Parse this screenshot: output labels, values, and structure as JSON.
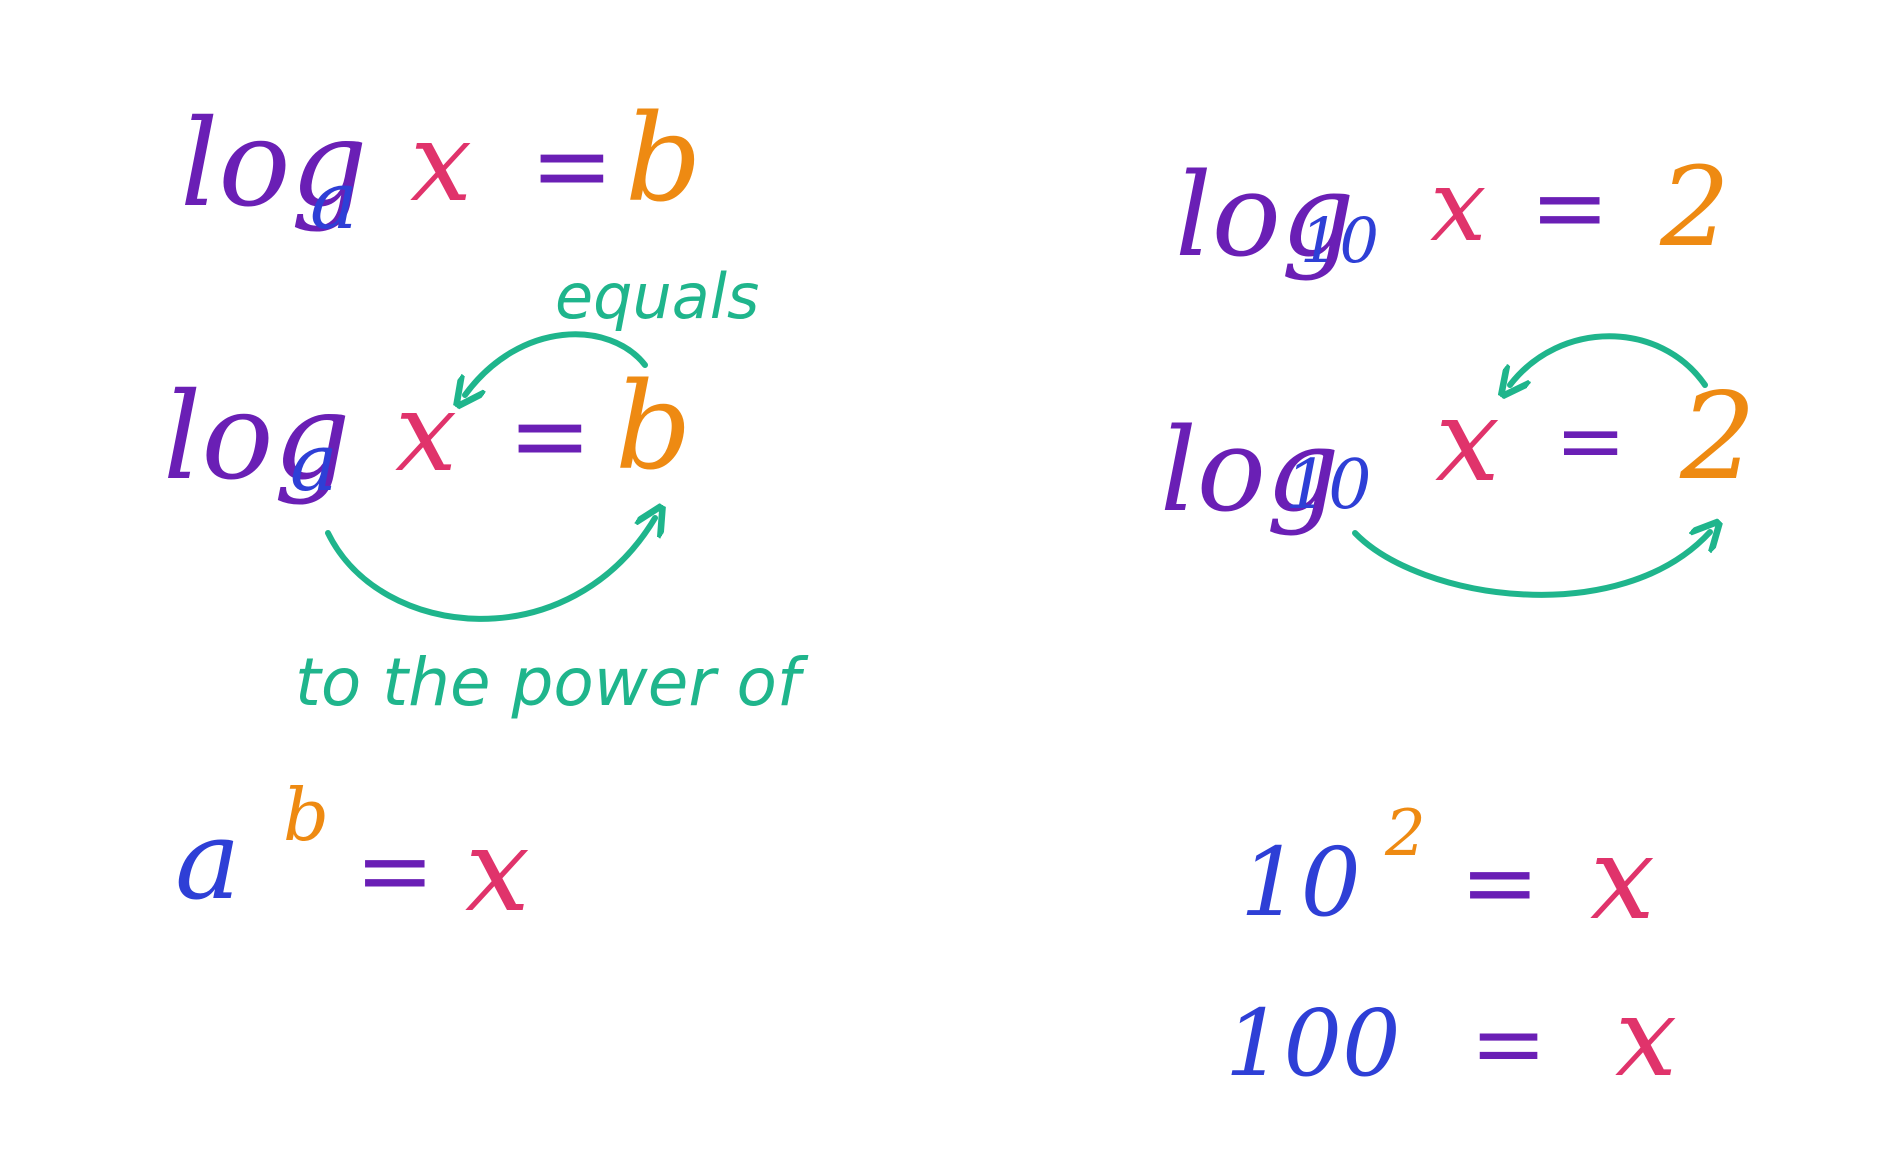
{
  "colors": {
    "log": "#6a1fb5",
    "base": "#2e3fd6",
    "x": "#e0336b",
    "value": "#ee8a12",
    "equals": "#6a1fb5",
    "annotation": "#1fb58c"
  },
  "left": {
    "eq1": {
      "log": "log",
      "base": "a",
      "x": "x",
      "eq": "=",
      "value": "b"
    },
    "eq2": {
      "log": "log",
      "base": "a",
      "x": "x",
      "eq": "=",
      "value": "b"
    },
    "label_equals": "equals",
    "label_power": "to the power of",
    "eq3": {
      "base": "a",
      "exp": "b",
      "eq": "=",
      "x": "x"
    }
  },
  "right": {
    "eq1": {
      "log": "log",
      "base": "10",
      "x": "x",
      "eq": "=",
      "value": "2"
    },
    "eq2": {
      "log": "log",
      "base": "10",
      "x": "x",
      "eq": "=",
      "value": "2"
    },
    "eq3": {
      "base": "10",
      "exp": "2",
      "eq": "=",
      "x": "x"
    },
    "eq4": {
      "value": "100",
      "eq": "=",
      "x": "x"
    }
  }
}
